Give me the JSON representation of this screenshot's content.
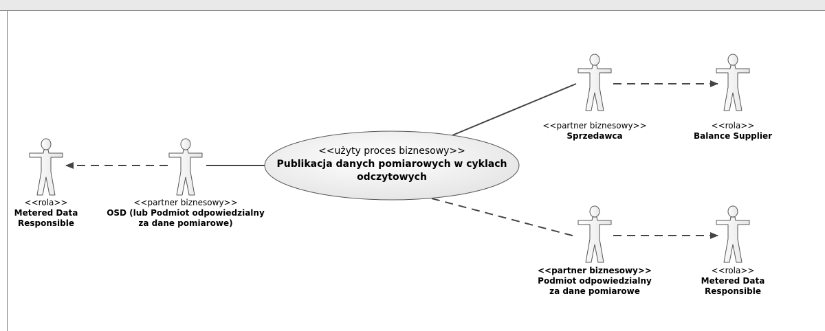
{
  "use_case": {
    "stereotype": "<<użyty proces biznesowy>>",
    "name_line1": "Publikacja danych pomiarowych w cyklach",
    "name_line2": "odczytowych"
  },
  "actors": {
    "role_left": {
      "stereotype": "<<rola>>",
      "name_line1": "Metered Data",
      "name_line2": "Responsible"
    },
    "osd": {
      "stereotype": "<<partner biznesowy>>",
      "name_line1": "OSD (lub Podmiot odpowiedzialny",
      "name_line2": "za dane pomiarowe)"
    },
    "sprzedawca": {
      "stereotype": "<<partner biznesowy>>",
      "name_line1": "Sprzedawca"
    },
    "balance_supplier": {
      "stereotype": "<<rola>>",
      "name_line1": "Balance Supplier"
    },
    "podmiot": {
      "stereotype": "<<partner biznesowy>>",
      "name_line1": "Podmiot odpowiedzialny",
      "name_line2": "za dane pomiarowe"
    },
    "role_bottom_right": {
      "stereotype": "<<rola>>",
      "name_line1": "Metered Data",
      "name_line2": "Responsible"
    }
  }
}
